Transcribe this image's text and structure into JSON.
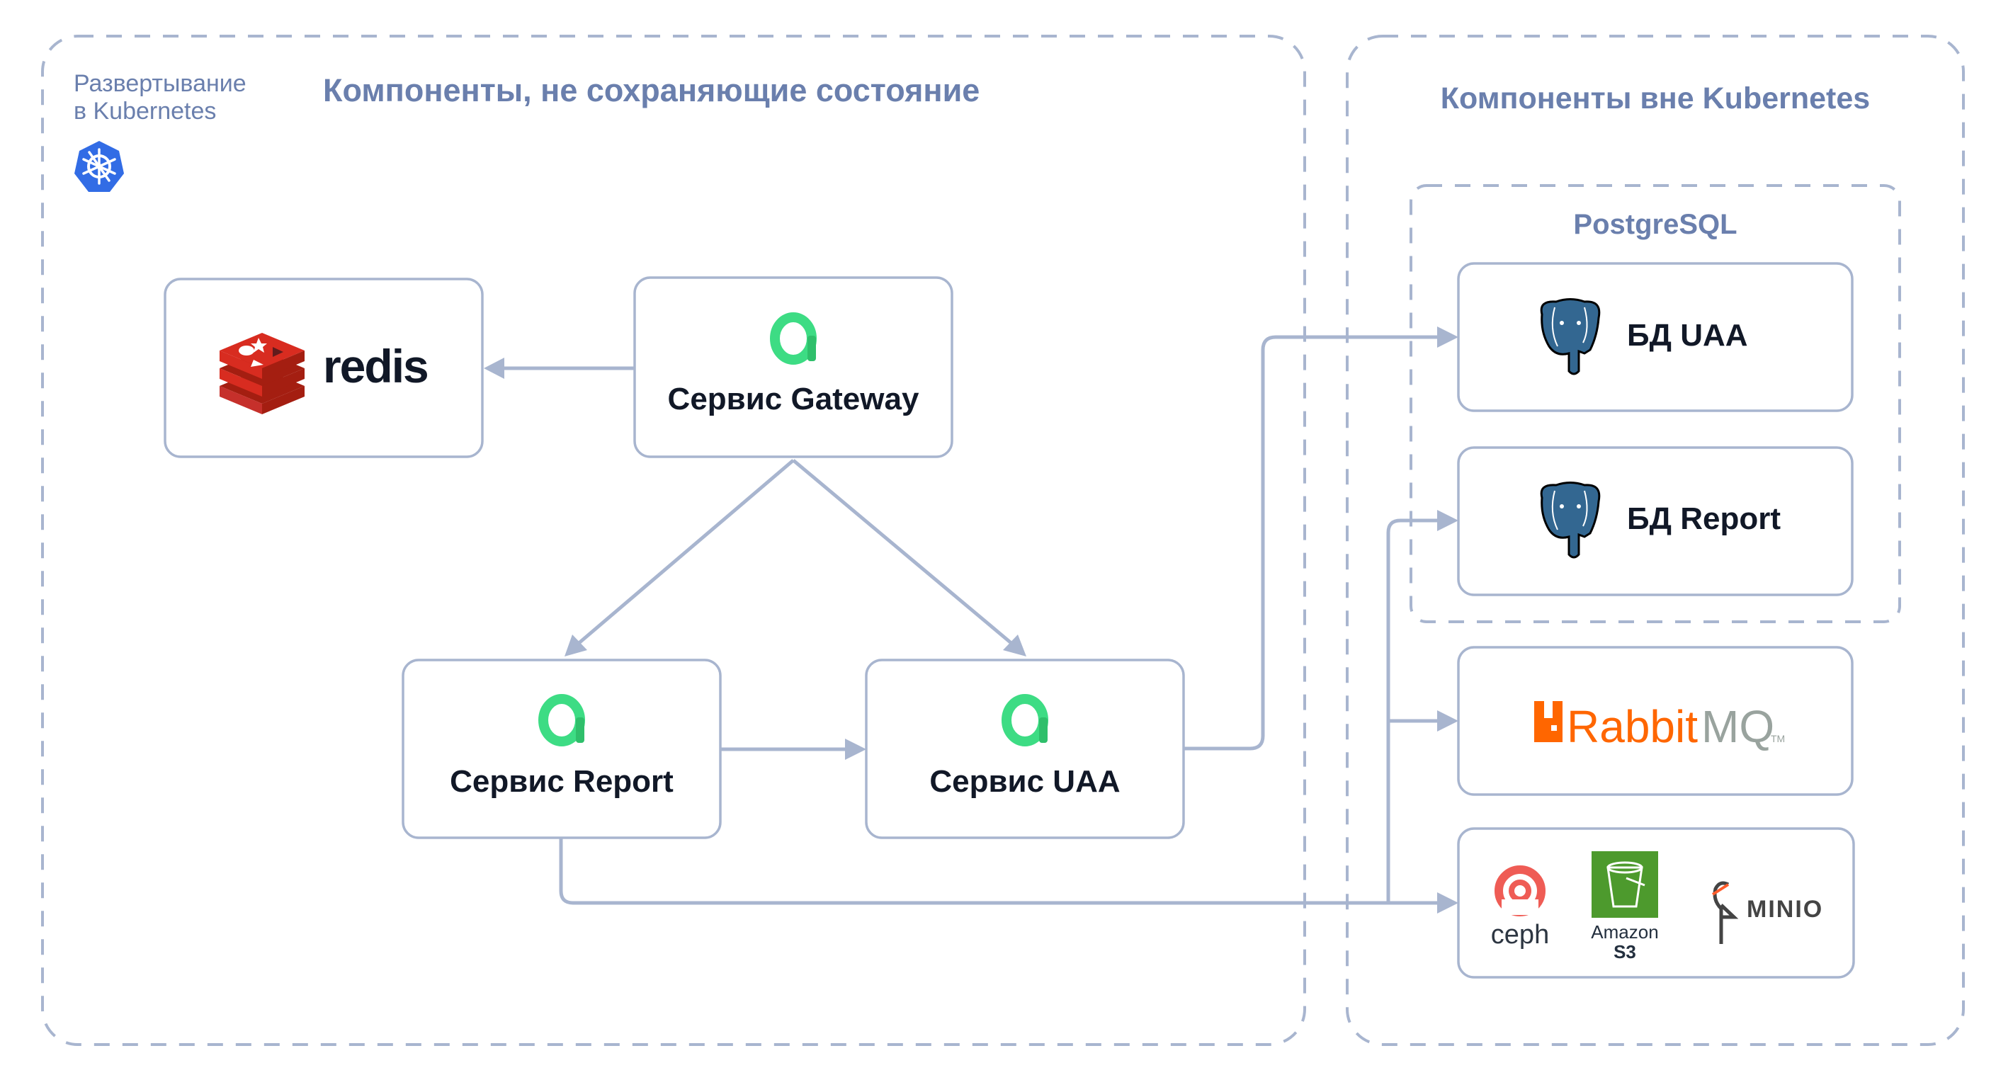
{
  "colors": {
    "group_text": "#6a7fad",
    "border": "#a8b5cf",
    "node_text": "#111827",
    "redis_red": "#d82c20",
    "kubernetes_blue": "#326ce5",
    "gateway_green": "#3ddc84",
    "postgres_blue": "#336791",
    "rabbitmq_orange": "#ff6600",
    "rabbitmq_gray": "#99a39e",
    "ceph_red": "#ef5c55",
    "s3_green": "#4d9a2d"
  },
  "groups": {
    "kubernetes": {
      "label_line1": "Развертывание",
      "label_line2": "в Kubernetes",
      "icon": "kubernetes-icon"
    },
    "stateless": {
      "title": "Компоненты, не сохраняющие состояние"
    },
    "external": {
      "title": "Компоненты вне Kubernetes"
    },
    "postgresql": {
      "title": "PostgreSQL"
    }
  },
  "nodes": {
    "redis": {
      "label": "redis",
      "icon": "redis-icon"
    },
    "gateway": {
      "label": "Сервис Gateway",
      "icon": "service-a-icon"
    },
    "report": {
      "label": "Сервис Report",
      "icon": "service-a-icon"
    },
    "uaa": {
      "label": "Сервис UAA",
      "icon": "service-a-icon"
    },
    "db_uaa": {
      "label": "БД UAA",
      "icon": "postgresql-icon"
    },
    "db_report": {
      "label": "БД Report",
      "icon": "postgresql-icon"
    },
    "rabbitmq": {
      "label_main": "Rabbit",
      "label_suffix": "MQ",
      "tm": "TM",
      "icon": "rabbitmq-icon"
    },
    "storage": {
      "items": [
        {
          "label": "ceph",
          "icon": "ceph-icon"
        },
        {
          "label_line1": "Amazon",
          "label_line2": "S3",
          "icon": "amazon-s3-icon"
        },
        {
          "label": "MINIO",
          "icon": "minio-icon"
        }
      ]
    }
  },
  "edges": [
    {
      "from": "gateway",
      "to": "redis"
    },
    {
      "from": "gateway",
      "to": "report"
    },
    {
      "from": "gateway",
      "to": "uaa"
    },
    {
      "from": "report",
      "to": "uaa"
    },
    {
      "from": "uaa",
      "to": "db_uaa"
    },
    {
      "from": "report",
      "to": "db_report"
    },
    {
      "from": "report",
      "to": "rabbitmq"
    },
    {
      "from": "report",
      "to": "storage"
    }
  ]
}
